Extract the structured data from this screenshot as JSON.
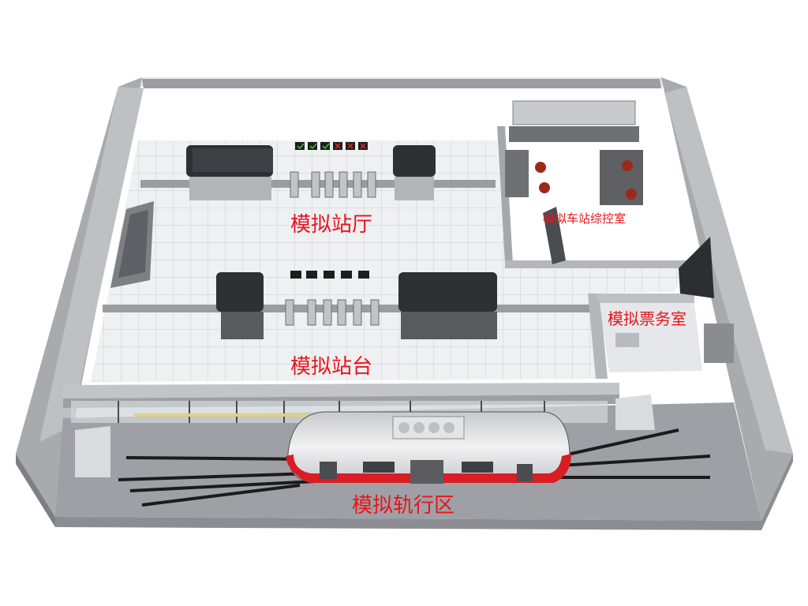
{
  "labels": {
    "station_hall": "模拟站厅",
    "platform": "模拟站台",
    "track_area": "模拟轨行区",
    "control_room": "模拟车站综控室",
    "ticket_office": "模拟票务室"
  },
  "colors": {
    "label": "#e8141b",
    "train_red": "#d81e24",
    "wall": "#b9b9bd",
    "floor_tile": "#eef0f2"
  },
  "icons": {
    "gate_status_signs": [
      "check-icon",
      "check-icon",
      "check-icon",
      "cross-icon",
      "cross-icon",
      "cross-icon"
    ]
  }
}
